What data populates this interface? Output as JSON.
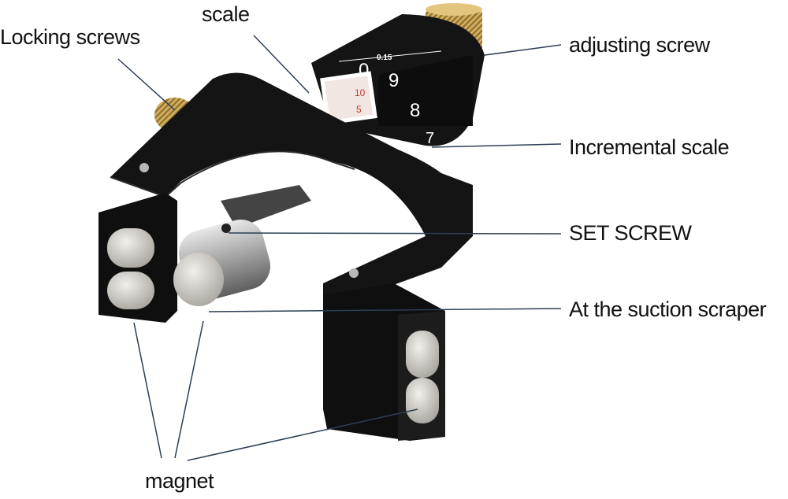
{
  "labels": {
    "locking_screws": "Locking screws",
    "scale": "scale",
    "adjusting_screw": "adjusting screw",
    "incremental_scale": "Incremental scale",
    "set_screw": "SET SCREW",
    "suction_scraper": "At the suction scraper",
    "magnet": "magnet"
  },
  "scale_markings": {
    "dial_top": "0.15",
    "dial_digits": [
      "0",
      "9",
      "8",
      "7"
    ],
    "ruler_numbers": [
      "10",
      "5"
    ]
  },
  "colors": {
    "body": "#111111",
    "brass": "#c9a048",
    "steel": "#bfbfbf",
    "magnet": "#d9d6cf",
    "ruler": "#f2e6e3",
    "leader_line": "#2c3e55"
  }
}
